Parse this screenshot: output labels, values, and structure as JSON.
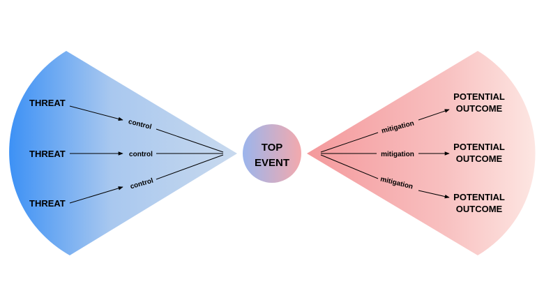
{
  "diagram": {
    "left": {
      "threats": [
        "THREAT",
        "THREAT",
        "THREAT"
      ],
      "controls": [
        "control",
        "control",
        "control"
      ],
      "color": "#3d91f5"
    },
    "top_event": {
      "line1": "TOP",
      "line2": "EVENT",
      "colors": [
        "#9db3ea",
        "#f0aab0"
      ]
    },
    "right": {
      "mitigations": [
        "mitigation",
        "mitigation",
        "mitigation"
      ],
      "outcomes": [
        {
          "line1": "POTENTIAL",
          "line2": "OUTCOME"
        },
        {
          "line1": "POTENTIAL",
          "line2": "OUTCOME"
        },
        {
          "line1": "POTENTIAL",
          "line2": "OUTCOME"
        }
      ],
      "color": "#f4999c"
    }
  }
}
